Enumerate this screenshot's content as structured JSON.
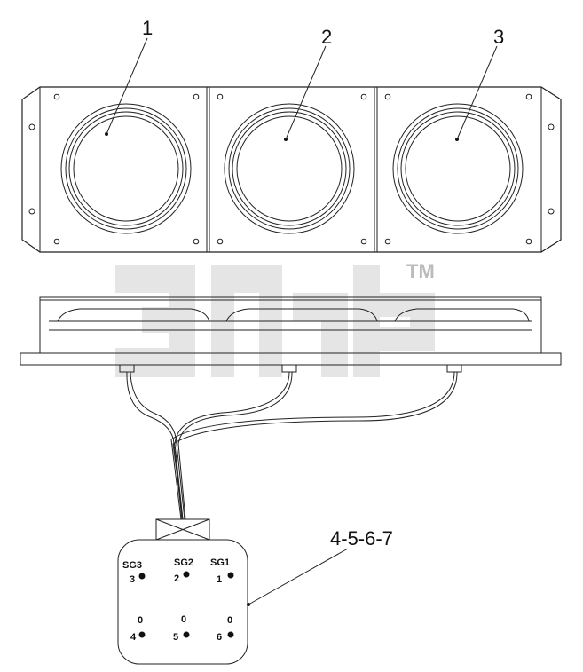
{
  "callouts": {
    "c1": "1",
    "c2": "2",
    "c3": "3",
    "c4": "4-5-6-7"
  },
  "watermark": {
    "mark": "TM"
  },
  "connector": {
    "pins_top": [
      {
        "label": "SG3",
        "num": "3"
      },
      {
        "label": "SG2",
        "num": "2"
      },
      {
        "label": "SG1",
        "num": "1"
      }
    ],
    "pins_bottom": [
      {
        "label": "0",
        "num": "4"
      },
      {
        "label": "0",
        "num": "5"
      },
      {
        "label": "0",
        "num": "6"
      }
    ]
  }
}
